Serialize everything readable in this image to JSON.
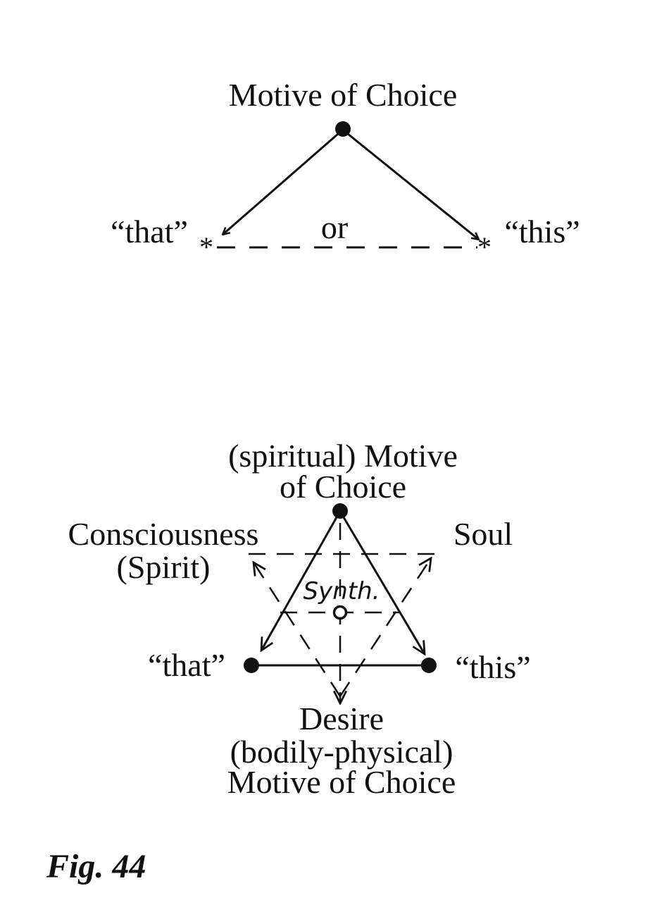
{
  "figure_caption": "Fig. 44",
  "top_diagram": {
    "apex_label": "Motive of Choice",
    "left_label": "“that”",
    "right_label": "“this”",
    "connector_label": "or"
  },
  "bottom_diagram": {
    "apex_label_line1": "(spiritual) Motive",
    "apex_label_line2": "of Choice",
    "upper_left_label_line1": "Consciousness",
    "upper_left_label_line2": "(Spirit)",
    "upper_right_label": "Soul",
    "center_label": "Synth.",
    "left_label": "“that”",
    "right_label": "“this”",
    "bottom_label_line1": "Desire",
    "bottom_label_line2": "(bodily-physical)",
    "bottom_label_line3": "Motive of Choice"
  }
}
